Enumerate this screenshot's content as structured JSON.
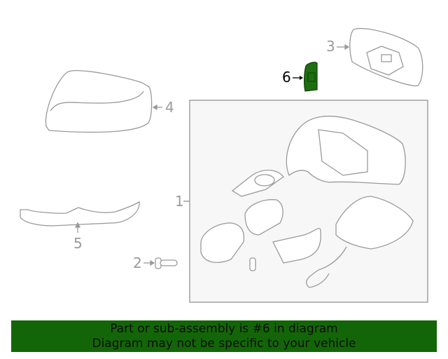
{
  "diagram": {
    "callouts": [
      {
        "id": "1",
        "label": "1",
        "part": "mirror-assembly"
      },
      {
        "id": "2",
        "label": "2",
        "part": "screw"
      },
      {
        "id": "3",
        "label": "3",
        "part": "mirror-glass"
      },
      {
        "id": "4",
        "label": "4",
        "part": "mirror-cover-cap"
      },
      {
        "id": "5",
        "label": "5",
        "part": "lower-cover-trim"
      },
      {
        "id": "6",
        "label": "6",
        "part": "highlighted-part"
      }
    ],
    "highlighted_callout": "6",
    "colors": {
      "line": "#9a9a9a",
      "highlight_fill": "#1f6e10",
      "box_bg": "#f7f7f7",
      "box_border": "#a0a0a0"
    }
  },
  "banner": {
    "line1": "Part or sub-assembly is #6 in diagram",
    "line2": "Diagram may not be specific to your vehicle",
    "background": "#136607"
  }
}
